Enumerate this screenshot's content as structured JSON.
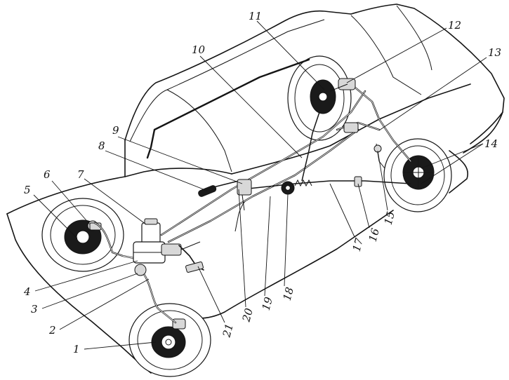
{
  "callouts": [
    {
      "id": "1",
      "label": "1"
    },
    {
      "id": "2",
      "label": "2"
    },
    {
      "id": "3",
      "label": "3"
    },
    {
      "id": "4",
      "label": "4"
    },
    {
      "id": "5",
      "label": "5"
    },
    {
      "id": "6",
      "label": "6"
    },
    {
      "id": "7",
      "label": "7"
    },
    {
      "id": "8",
      "label": "8"
    },
    {
      "id": "9",
      "label": "9"
    },
    {
      "id": "10",
      "label": "10"
    },
    {
      "id": "11",
      "label": "11"
    },
    {
      "id": "12",
      "label": "12"
    },
    {
      "id": "13",
      "label": "13"
    },
    {
      "id": "14",
      "label": "14"
    },
    {
      "id": "15",
      "label": "15"
    },
    {
      "id": "16",
      "label": "16"
    },
    {
      "id": "17",
      "label": "17"
    },
    {
      "id": "18",
      "label": "18"
    },
    {
      "id": "19",
      "label": "19"
    },
    {
      "id": "20",
      "label": "20"
    },
    {
      "id": "21",
      "label": "21"
    }
  ],
  "colors": {
    "ink": "#151515",
    "paper": "#ffffff"
  }
}
